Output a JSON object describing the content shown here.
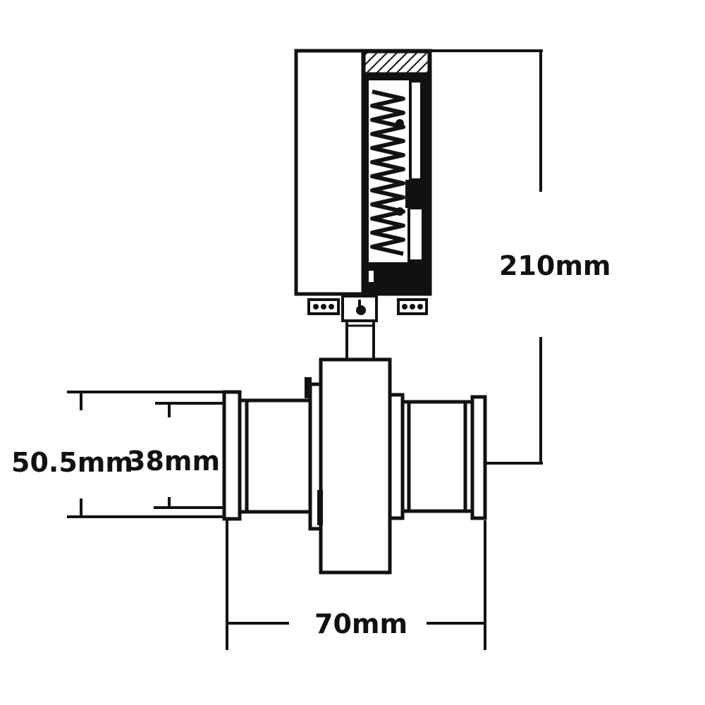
{
  "dimensions": {
    "height_label": "210mm",
    "outer_diameter_label": "50.5mm",
    "inner_diameter_label": "38mm",
    "length_label": "70mm"
  },
  "colors": {
    "line": "#111111",
    "background": "#ffffff"
  }
}
